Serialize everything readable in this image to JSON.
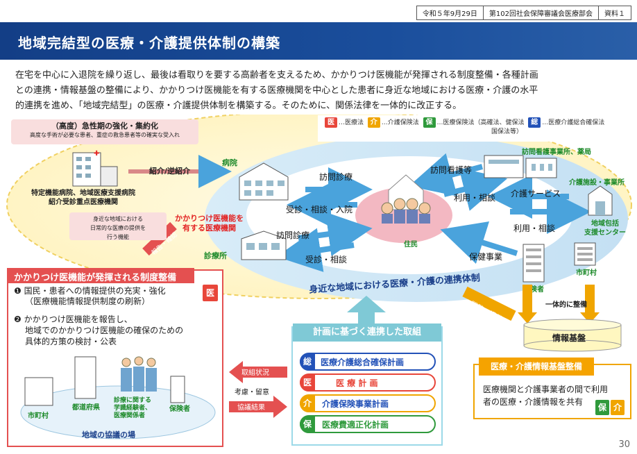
{
  "meta": {
    "date": "令和５年9月29日",
    "meeting": "第102回社会保障審議会医療部会",
    "material": "資料１"
  },
  "title": "地域完結型の医療・介護提供体制の構築",
  "intro": {
    "line1": "在宅を中心に入退院を繰り返し、最後は看取りを要する高齢者を支えるため、かかりつけ医機能が発揮される制度整備・各種計画",
    "line2": "との連携・情報基盤の整備により、かかりつけ医機能を有する医療機関を中心とした患者に身近な地域における医療・介護の水平",
    "line3": "的連携を進め、「地域完結型」の医療・介護提供体制を構築する。そのために、関係法律を一体的に改正する。"
  },
  "legend": {
    "i_badge": "医",
    "i_text": "…医療法",
    "k_badge": "介",
    "k_text": "…介護保険法",
    "h_badge": "保",
    "h_text": "…医療保険法（高確法、健保法",
    "h_text2": "国保法等）",
    "s_badge": "総",
    "s_text": "…医療介護総合確保法"
  },
  "acute": {
    "title": "（高度）急性期の強化・集約化",
    "sub": "高度な手術が必要な患者、重症の救急患者等の確実な受入れ"
  },
  "acute_hospital_label": [
    "特定機能病院、地域医療支援病院",
    "紹介受診重点医療機関"
  ],
  "referral": "紹介/逆紹介",
  "hospital": "病院",
  "clinic": "診療所",
  "local_med": [
    "身近な地域における",
    "日常的な医療の提供を",
    "行う機能"
  ],
  "kakaritsuke": [
    "かかりつけ医機能を",
    "有する医療機関"
  ],
  "report_confirm": "報告・確認",
  "residents": "住民",
  "visit_nursing_station": "訪問看護事業所、薬局",
  "care_facility": "介護施設・事業所",
  "community_center": [
    "地域包括",
    "支援センター"
  ],
  "insurer": "保険者",
  "municipality": "市町村",
  "arrows": {
    "home_visit_med": "訪問診療",
    "consult_admit": "受診・相談・入院",
    "home_visit_med2": "訪問診療",
    "consult": "受診・相談",
    "visit_nursing": "訪問看護等",
    "use_consult": "利用・相談",
    "care_service": "介護サービス",
    "use_consult2": "利用・相談",
    "health_program": "保健事業"
  },
  "ring_label": "身近な地域における医療・介護の連携体制",
  "integrated": "一体的に整備",
  "browse_provide": "閲覧・提供",
  "info_base": "情報基盤",
  "panel": {
    "head": "かかりつけ医機能が発揮される制度整備",
    "item1_num": "❶",
    "item1": "国民・患者への情報提供の充実・強化",
    "item1_sub": "（医療機能情報提供制度の刷新）",
    "item1_badge": "医",
    "item2_num": "❷",
    "item2_l1": "かかりつけ医機能を報告し、",
    "item2_l2": "地域でのかかりつけ医機能の確保のための",
    "item2_l3": "具体的方策の検討・公表",
    "city": "市町村",
    "pref": "都道府県",
    "experts": [
      "診療に関する",
      "学識経験者、",
      "医療関係者"
    ],
    "insurer": "保険者",
    "council": "地域の協議の場"
  },
  "mid_arrows": {
    "status": "取組状況",
    "consider": "考慮・留意",
    "result": "協議結果"
  },
  "plan": {
    "head": "計画に基づく連携した取組",
    "items": [
      {
        "badge": "総",
        "label": "医療介護総合確保計画"
      },
      {
        "badge": "医",
        "label": "医 療 計 画"
      },
      {
        "badge": "介",
        "label": "介護保険事業計画"
      },
      {
        "badge": "保",
        "label": "医療費適正化計画"
      }
    ]
  },
  "info_panel": {
    "head": "医療・介護情報基盤整備",
    "l1": "医療機関と介護事業者の間で利用",
    "l2": "者の医療・介護情報を共有",
    "b1": "保",
    "b2": "介"
  },
  "page": "30",
  "colors": {
    "navy": "#133e86",
    "red": "#e45050",
    "green": "#1d8a2a",
    "orange": "#f0a500",
    "blue": "#2352b8"
  }
}
